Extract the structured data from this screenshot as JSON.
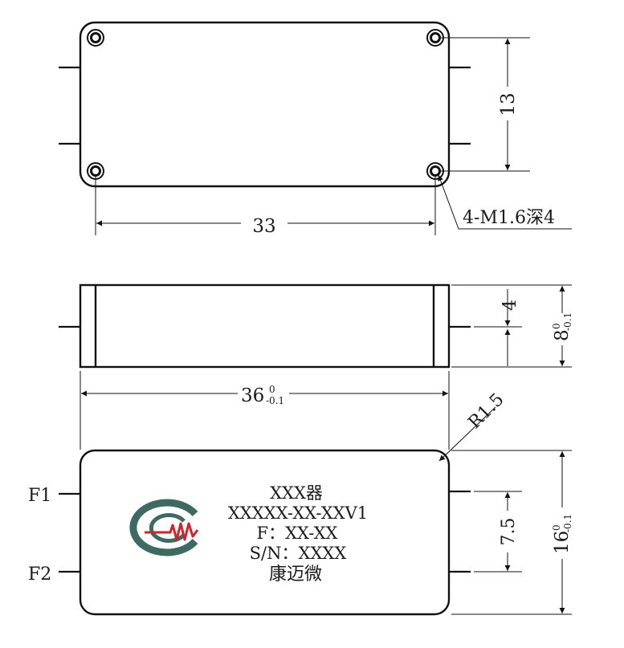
{
  "top_view": {
    "dim_width": "33",
    "dim_height": "13",
    "hole_callout": "4-M1.6深4"
  },
  "side_view": {
    "dim_height_main": "8",
    "dim_height_sup": "0",
    "dim_height_sub": "-0.1",
    "dim_pin_height": "4"
  },
  "front_view": {
    "dim_length_main": "36",
    "dim_length_sup": "0",
    "dim_length_sub": "-0.1",
    "dim_radius": "R1.5",
    "dim_pin_pitch": "7.5",
    "dim_height_main": "16",
    "dim_height_sup": "0",
    "dim_height_sub": "-0.1",
    "pin_label_1": "F1",
    "pin_label_2": "F2",
    "label_line_1": "XXX器",
    "label_line_2": "XXXXX-XX-XXV1",
    "label_line_3": "F：XX-XX",
    "label_line_4": "S/N：XXXX",
    "label_line_5": "康迈微"
  },
  "colors": {
    "logo_green": "#3d6b62",
    "logo_red": "#d0232a"
  }
}
